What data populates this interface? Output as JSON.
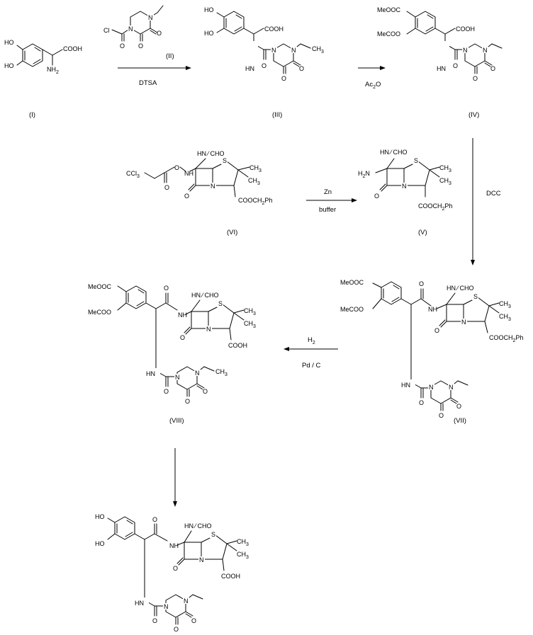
{
  "reactions": [
    {
      "id": "r1",
      "reagents_above": "(II)",
      "reagents_below": "DTSA"
    },
    {
      "id": "r2",
      "reagents_above": "",
      "reagents_below": "Ac2O"
    },
    {
      "id": "r3",
      "reagents_above": "",
      "reagents_below": "DCC"
    },
    {
      "id": "r4",
      "reagents_above": "Zn",
      "reagents_below": "buffer"
    },
    {
      "id": "r5",
      "reagents_above": "H2",
      "reagents_below": "Pd / C"
    }
  ],
  "compound_labels": [
    "(I)",
    "(II)",
    "(III)",
    "(IV)",
    "(V)",
    "(VI)",
    "(VII)",
    "(VIII)"
  ],
  "atoms": {
    "HO": "HO",
    "COOH": "COOH",
    "NH2": "NH2",
    "H2N": "H2N",
    "N": "N",
    "NH": "NH",
    "HN": "HN",
    "H": "H",
    "O": "O",
    "S": "S",
    "Cl": "Cl",
    "CH3": "CH3",
    "CCl3": "CCl3",
    "NHCHO": "NH",
    "CHO": "CHO",
    "MeOOC": "MeOOC",
    "MeCOO": "MeCOO",
    "COOCH2Ph": "COOCH2Ph"
  }
}
